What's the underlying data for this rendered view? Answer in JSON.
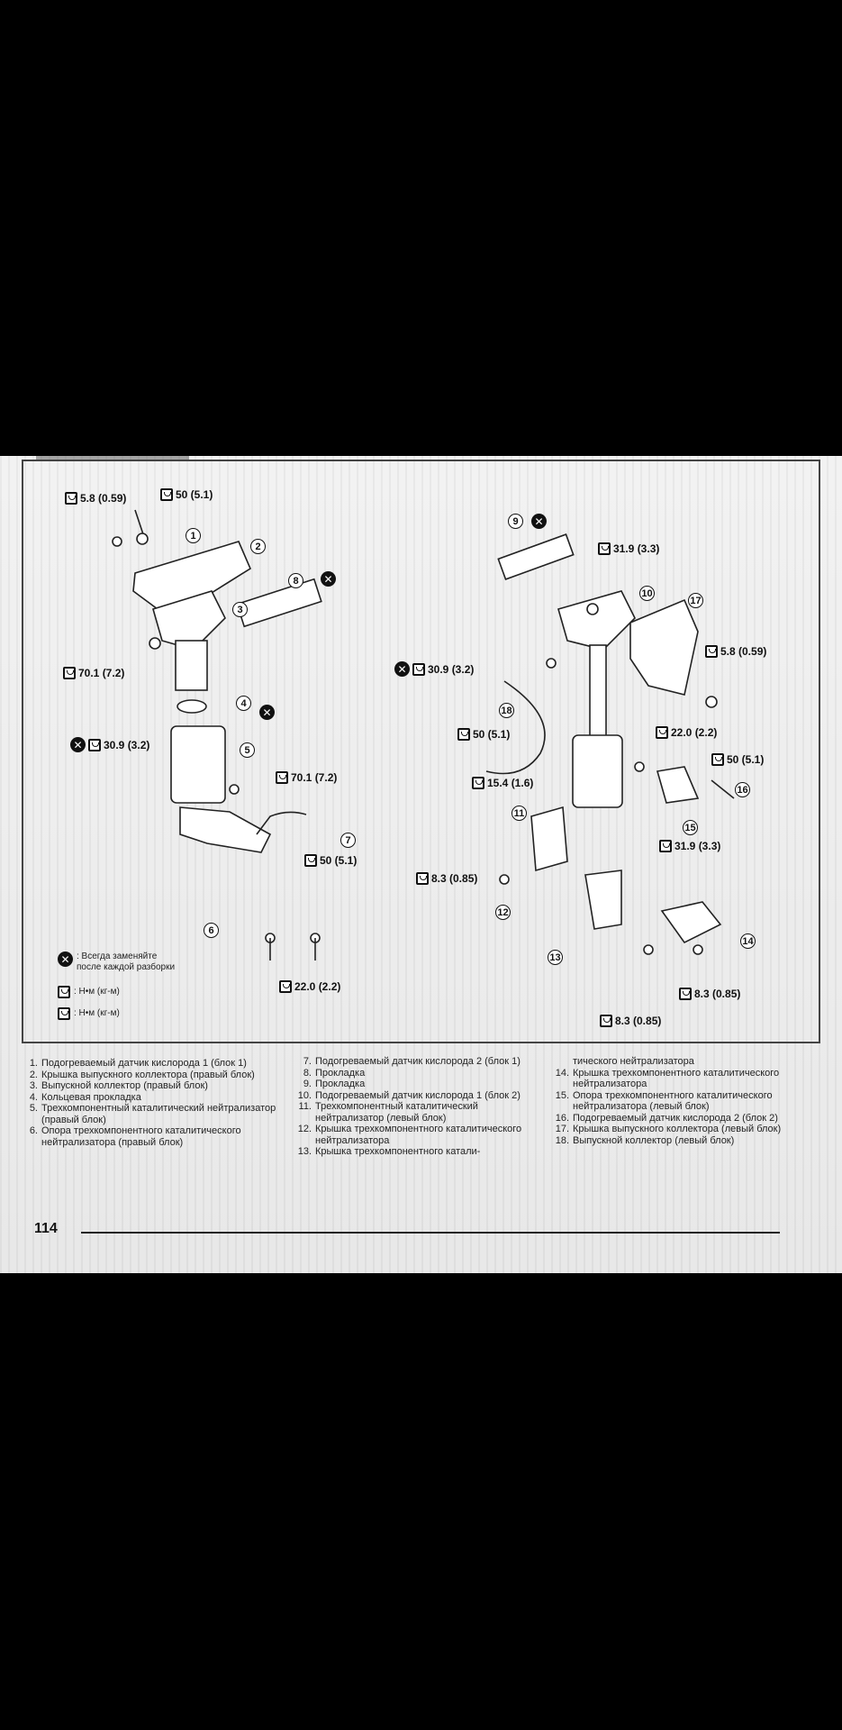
{
  "torque_labels": {
    "t1": "5.8 (0.59)",
    "t2": "50 (5.1)",
    "t3": "70.1 (7.2)",
    "t4": "30.9 (3.2)",
    "t5": "70.1 (7.2)",
    "t6": "50 (5.1)",
    "t7": "22.0 (2.2)",
    "t8": "31.9 (3.3)",
    "t9": "5.8 (0.59)",
    "t10": "30.9 (3.2)",
    "t11": "50 (5.1)",
    "t12": "22.0 (2.2)",
    "t13": "50 (5.1)",
    "t14": "15.4 (1.6)",
    "t15": "31.9 (3.3)",
    "t16": "8.3 (0.85)",
    "t17": "8.3 (0.85)",
    "t18": "8.3 (0.85)"
  },
  "callouts": [
    "1",
    "2",
    "3",
    "4",
    "5",
    "6",
    "7",
    "8",
    "9",
    "10",
    "11",
    "12",
    "13",
    "14",
    "15",
    "16",
    "17",
    "18"
  ],
  "legend": {
    "replace_line1": ": Всегда заменяйте",
    "replace_line2": "после каждой разборки",
    "torque_unit_1": ": Н•м (кг-м)",
    "torque_unit_2": ": Н•м (кг-м)"
  },
  "captions": {
    "col1": [
      {
        "n": "1.",
        "t": "Подогреваемый датчик кислорода 1 (блок 1)"
      },
      {
        "n": "2.",
        "t": "Крышка выпускного коллектора (правый блок)"
      },
      {
        "n": "3.",
        "t": "Выпускной коллектор (правый блок)"
      },
      {
        "n": "4.",
        "t": "Кольцевая прокладка"
      },
      {
        "n": "5.",
        "t": "Трехкомпонентный каталитический нейтрализатор (правый блок)"
      },
      {
        "n": "6.",
        "t": "Опора трехкомпонентного каталитического нейтрализатора (правый блок)"
      }
    ],
    "col2": [
      {
        "n": "7.",
        "t": "Подогреваемый датчик кислорода 2 (блок 1)"
      },
      {
        "n": "8.",
        "t": "Прокладка"
      },
      {
        "n": "9.",
        "t": "Прокладка"
      },
      {
        "n": "10.",
        "t": "Подогреваемый датчик кислорода 1 (блок 2)"
      },
      {
        "n": "11.",
        "t": "Трехкомпонентный каталитический нейтрализатор (левый блок)"
      },
      {
        "n": "12.",
        "t": "Крышка трехкомпонентного каталитического нейтрализатора"
      },
      {
        "n": "13.",
        "t": "Крышка трехкомпонентного катали-"
      }
    ],
    "col3": [
      {
        "n": "",
        "t": "тического нейтрализатора"
      },
      {
        "n": "14.",
        "t": "Крышка трехкомпонентного каталитического нейтрализатора"
      },
      {
        "n": "15.",
        "t": "Опора трехкомпонентного каталитического нейтрализатора (левый блок)"
      },
      {
        "n": "16.",
        "t": "Подогреваемый датчик кислорода 2 (блок 2)"
      },
      {
        "n": "17.",
        "t": "Крышка выпускного коллектора (левый блок)"
      },
      {
        "n": "18.",
        "t": "Выпускной коллектор (левый блок)"
      }
    ]
  },
  "page_number": "114"
}
